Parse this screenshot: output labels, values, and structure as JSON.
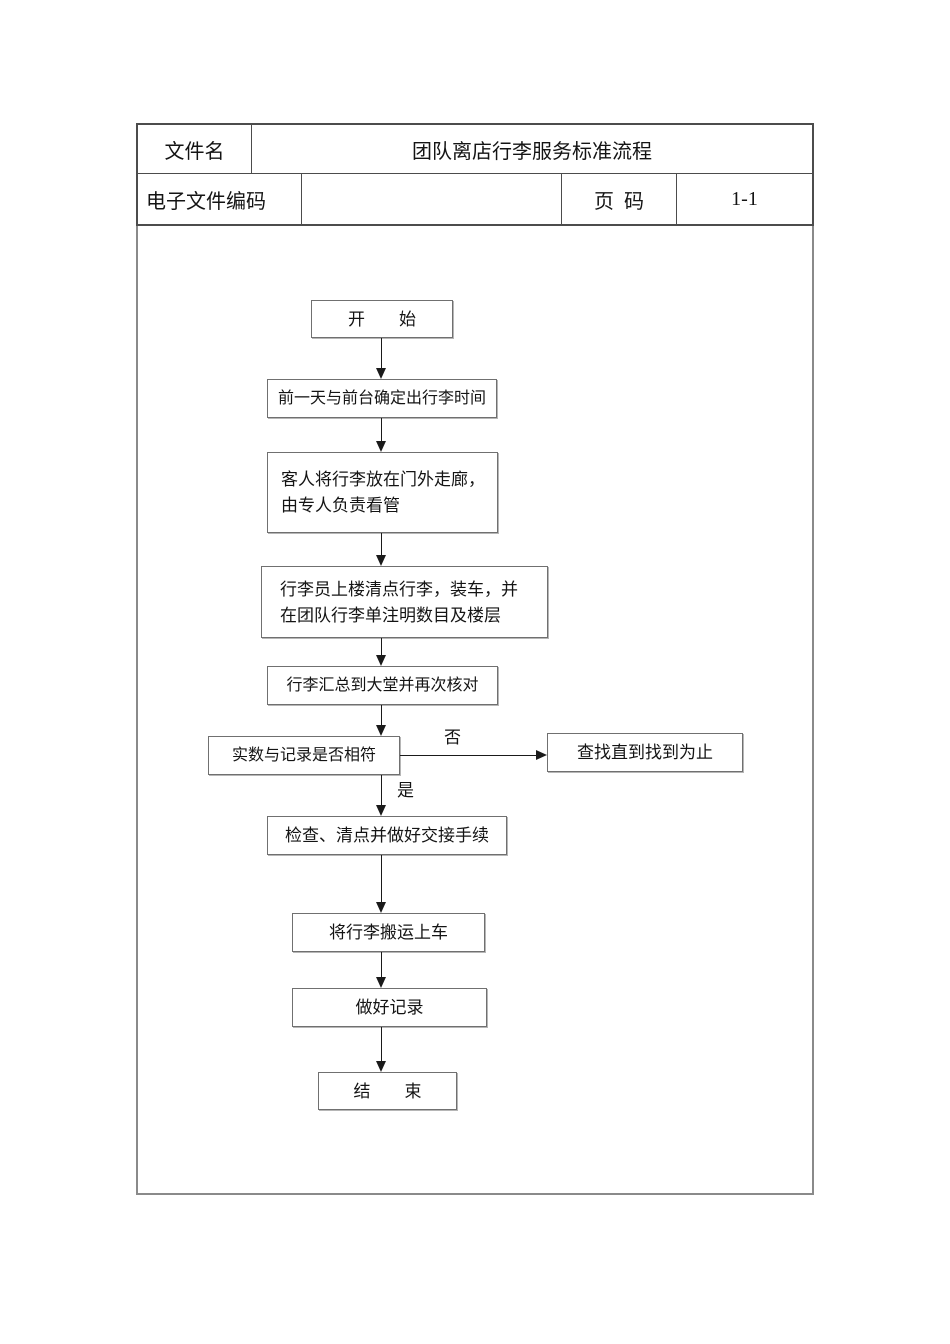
{
  "header": {
    "file_name_label": "文件名",
    "title": "团队离店行李服务标准流程",
    "code_label": "电子文件编码",
    "code_value": "",
    "page_label": "页  码",
    "page_value": "1-1"
  },
  "flowchart": {
    "nodes": [
      {
        "id": "start",
        "text": "开　　始"
      },
      {
        "id": "confirm-time",
        "text": "前一天与前台确定出行李时间"
      },
      {
        "id": "place-luggage",
        "line1": "客人将行李放在门外走廊，",
        "line2": "由专人负责看管"
      },
      {
        "id": "count-load",
        "line1": "行李员上楼清点行李，装车，并",
        "line2": "在团队行李单注明数目及楼层"
      },
      {
        "id": "gather-lobby",
        "text": "行李汇总到大堂并再次核对"
      },
      {
        "id": "verify-match",
        "text": "实数与记录是否相符"
      },
      {
        "id": "search-until-found",
        "text": "查找直到找到为止"
      },
      {
        "id": "handover",
        "text": "检查、清点并做好交接手续"
      },
      {
        "id": "load-vehicle",
        "text": "将行李搬运上车"
      },
      {
        "id": "make-record",
        "text": "做好记录"
      },
      {
        "id": "end",
        "text": "结　　束"
      }
    ],
    "branch_labels": {
      "no": "否",
      "yes": "是"
    },
    "edges": [
      {
        "from": "start",
        "to": "confirm-time",
        "label": ""
      },
      {
        "from": "confirm-time",
        "to": "place-luggage",
        "label": ""
      },
      {
        "from": "place-luggage",
        "to": "count-load",
        "label": ""
      },
      {
        "from": "count-load",
        "to": "gather-lobby",
        "label": ""
      },
      {
        "from": "gather-lobby",
        "to": "verify-match",
        "label": ""
      },
      {
        "from": "verify-match",
        "to": "search-until-found",
        "label": "否"
      },
      {
        "from": "verify-match",
        "to": "handover",
        "label": "是"
      },
      {
        "from": "handover",
        "to": "load-vehicle",
        "label": ""
      },
      {
        "from": "load-vehicle",
        "to": "make-record",
        "label": ""
      },
      {
        "from": "make-record",
        "to": "end",
        "label": ""
      }
    ],
    "colors": {
      "box_border": "#707070",
      "arrow_line": "#1a1a1a",
      "table_border": "#4c4c4c",
      "frame_border": "#8a8a8a"
    }
  }
}
